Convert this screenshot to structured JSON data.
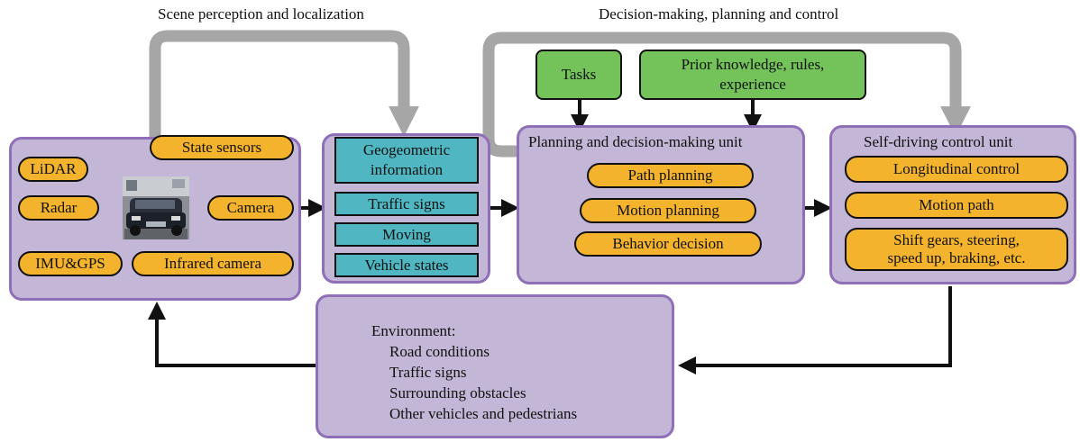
{
  "titles": {
    "perception": "Scene perception and localization",
    "decision": "Decision-making, planning and control"
  },
  "sensors": {
    "lidar": "LiDAR",
    "state_sensors": "State sensors",
    "radar": "Radar",
    "camera": "Camera",
    "imu_gps": "IMU&GPS",
    "infrared_camera": "Infrared camera"
  },
  "perception_outputs": [
    "Geogeometric information",
    "Traffic signs",
    "Moving",
    "Vehicle states"
  ],
  "inputs": {
    "tasks": "Tasks",
    "prior_knowledge": "Prior knowledge, rules, experience"
  },
  "planning_unit": {
    "title": "Planning and decision-making unit",
    "items": [
      "Path planning",
      "Motion planning",
      "Behavior decision"
    ]
  },
  "control_unit": {
    "title": "Self-driving control unit",
    "items": [
      "Longitudinal control",
      "Motion path",
      "Shift gears, steering, speed up, braking, etc."
    ]
  },
  "environment": {
    "title": "Environment:",
    "items": [
      "Road conditions",
      "Traffic signs",
      "Surrounding obstacles",
      "Other vehicles and pedestrians"
    ]
  },
  "colors": {
    "panel_fill": "#c3b6d6",
    "panel_border": "#8f6fb8",
    "sensor_fill": "#f4b32c",
    "info_fill": "#4fb6c2",
    "input_fill": "#74c35a",
    "feedback_arrow": "#a6a6a6",
    "flow_arrow": "#111111"
  },
  "icons": {
    "vehicle": "vehicle-photo"
  }
}
